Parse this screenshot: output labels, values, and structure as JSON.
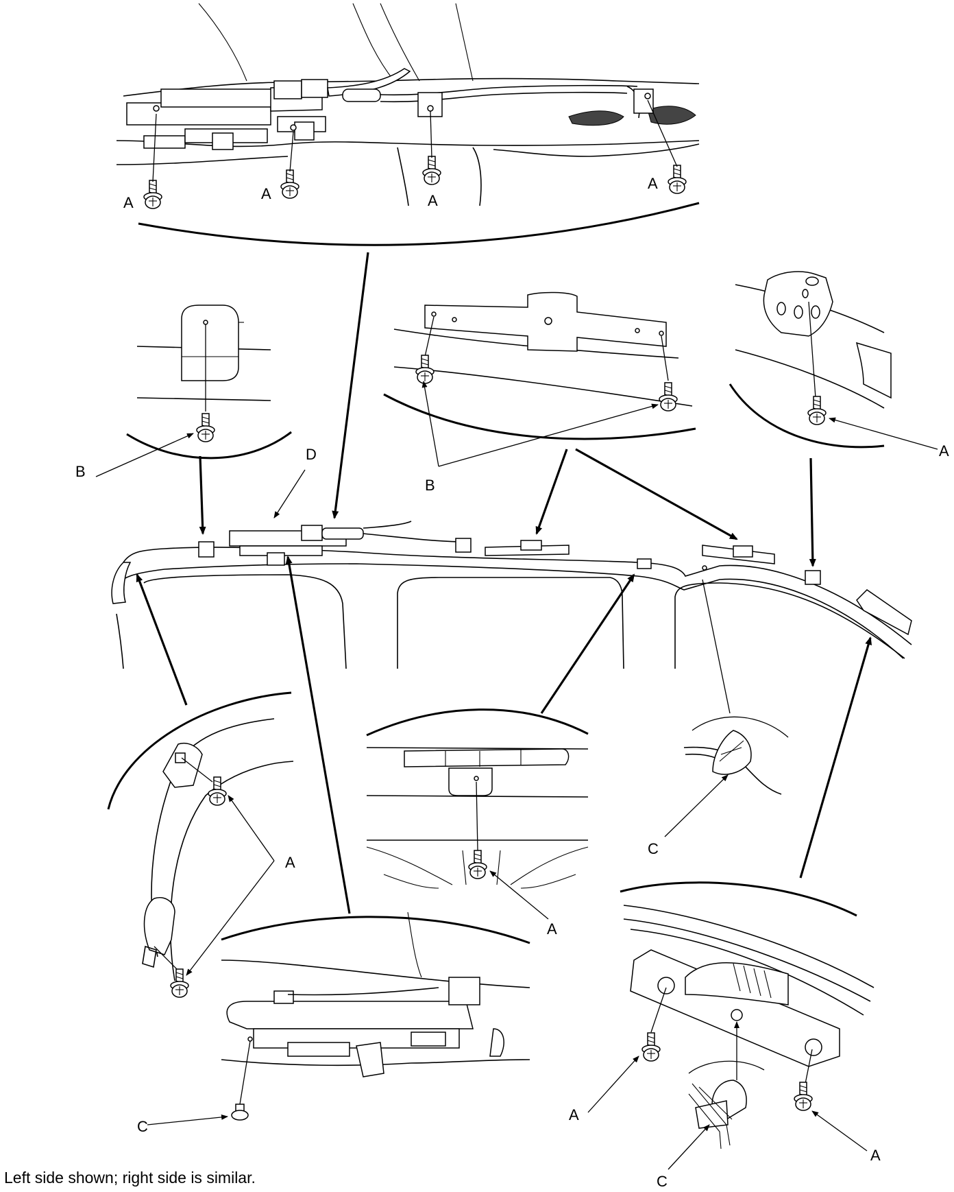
{
  "callouts": {
    "A": "A",
    "B": "B",
    "C": "C",
    "D": "D"
  },
  "caption": "Left side shown; right side is similar."
}
